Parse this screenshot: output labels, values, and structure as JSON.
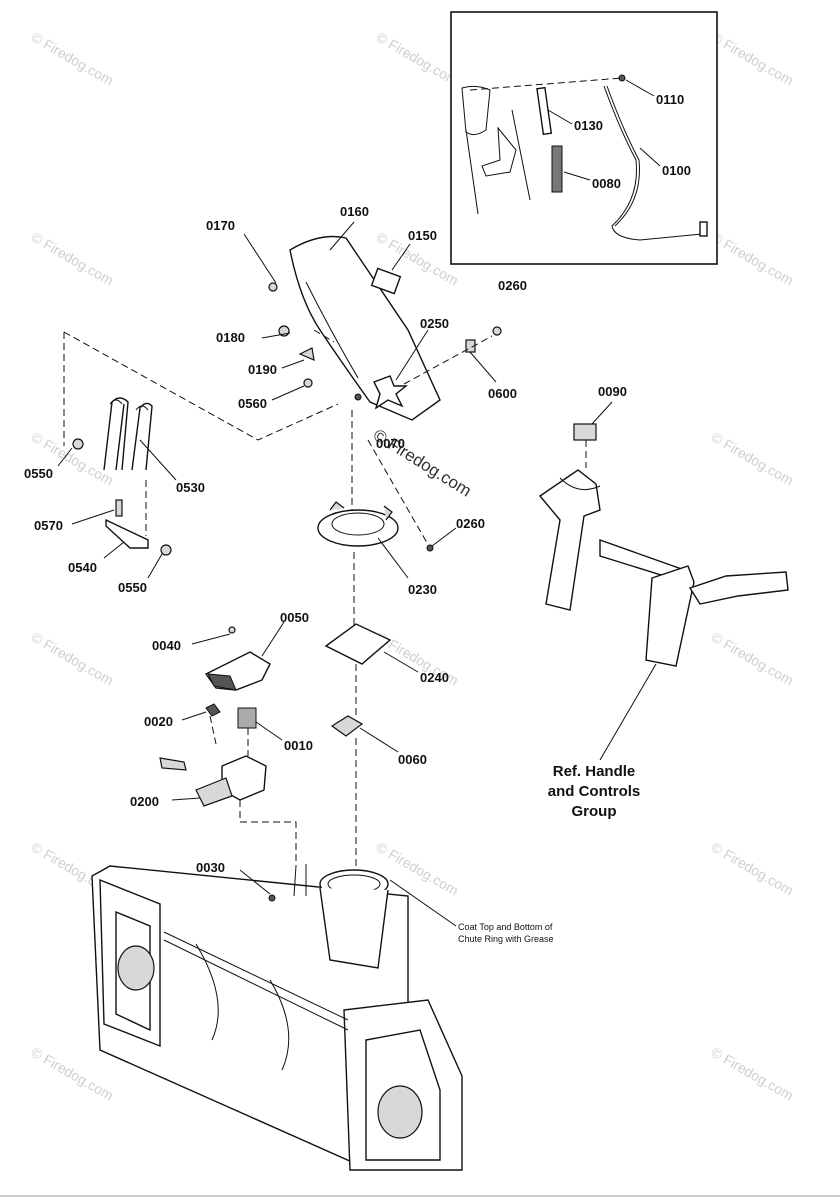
{
  "watermark": {
    "text": "© Firedog.com",
    "center_text": "© Firedog.com"
  },
  "callouts": {
    "p0110": "0110",
    "p0130": "0130",
    "p0100": "0100",
    "p0080": "0080",
    "p0170": "0170",
    "p0160": "0160",
    "p0150": "0150",
    "p0260a": "0260",
    "p0180": "0180",
    "p0250": "0250",
    "p0190": "0190",
    "p0600": "0600",
    "p0560": "0560",
    "p0070": "0070",
    "p0090": "0090",
    "p0550a": "0550",
    "p0530": "0530",
    "p0570": "0570",
    "p0260b": "0260",
    "p0540": "0540",
    "p0550b": "0550",
    "p0230": "0230",
    "p0040": "0040",
    "p0050": "0050",
    "p0240": "0240",
    "p0020": "0020",
    "p0010": "0010",
    "p0060": "0060",
    "p0200": "0200",
    "p0030": "0030"
  },
  "reference": {
    "line1": "Ref. Handle",
    "line2": "and Controls",
    "line3": "Group"
  },
  "note": {
    "line1": "Coat Top and Bottom of",
    "line2": "Chute Ring with Grease"
  }
}
